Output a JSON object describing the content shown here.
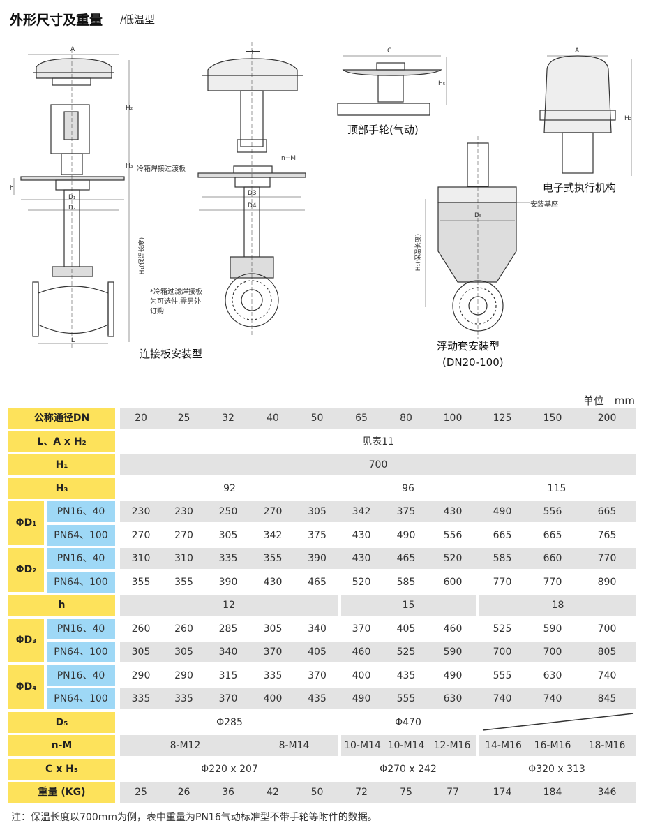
{
  "header": {
    "title": "外形尺寸及重量",
    "subtitle": "/低温型"
  },
  "diagrams": {
    "captions": {
      "plate": "连接板安装型",
      "handwheel": "顶部手轮(气动)",
      "electric": "电子式执行机构",
      "floating": "浮动套安装型",
      "floating_range": "(DN20-100)"
    },
    "callouts": {
      "cold_box_plate": "冷箱焊接过渡板",
      "optional_note": "*冷箱过滤焊接板为可选件,需另外订购",
      "mount_base": "安装基座"
    },
    "dims": {
      "A": "A",
      "H2": "H₂",
      "H3": "H₃",
      "h": "h",
      "D1": "D₁",
      "D2": "D₂",
      "H1": "H₁(保温长度)",
      "L": "L",
      "nM": "n−M",
      "D3": "D3",
      "D4": "D4",
      "C": "C",
      "H5": "H₅",
      "D5": "D₅"
    }
  },
  "table": {
    "unit": "单位　mm",
    "rows": [
      {
        "label": "公称通径DN",
        "values": [
          "20",
          "25",
          "32",
          "40",
          "50",
          "65",
          "80",
          "100",
          "125",
          "150",
          "200"
        ]
      },
      {
        "label": "L、A x H₂",
        "groups": [
          {
            "text": "见表11",
            "from": 0,
            "to": 10
          }
        ]
      },
      {
        "label": "H₁",
        "groups": [
          {
            "text": "700",
            "from": 0,
            "to": 10
          }
        ]
      },
      {
        "label": "H₃",
        "groups": [
          {
            "text": "92",
            "from": 0,
            "to": 4
          },
          {
            "text": "96",
            "from": 5,
            "to": 7
          },
          {
            "text": "115",
            "from": 8,
            "to": 10
          }
        ]
      },
      {
        "label": "ΦD₁",
        "sub": "PN16、40",
        "values": [
          "230",
          "230",
          "250",
          "270",
          "305",
          "342",
          "375",
          "430",
          "490",
          "556",
          "665"
        ]
      },
      {
        "label": "ΦD₁",
        "sub": "PN64、100",
        "values": [
          "270",
          "270",
          "305",
          "342",
          "375",
          "430",
          "490",
          "556",
          "665",
          "665",
          "765"
        ]
      },
      {
        "label": "ΦD₂",
        "sub": "PN16、40",
        "values": [
          "310",
          "310",
          "335",
          "355",
          "390",
          "430",
          "465",
          "520",
          "585",
          "660",
          "770"
        ]
      },
      {
        "label": "ΦD₂",
        "sub": "PN64、100",
        "values": [
          "355",
          "355",
          "390",
          "430",
          "465",
          "520",
          "585",
          "600",
          "770",
          "770",
          "890"
        ]
      },
      {
        "label": "h",
        "split": true,
        "groups": [
          {
            "text": "12",
            "from": 0,
            "to": 4
          },
          {
            "text": "15",
            "from": 5,
            "to": 7
          },
          {
            "text": "18",
            "from": 8,
            "to": 10
          }
        ]
      },
      {
        "label": "ΦD₃",
        "sub": "PN16、40",
        "values": [
          "260",
          "260",
          "285",
          "305",
          "340",
          "370",
          "405",
          "460",
          "525",
          "590",
          "700"
        ]
      },
      {
        "label": "ΦD₃",
        "sub": "PN64、100",
        "values": [
          "305",
          "305",
          "340",
          "370",
          "405",
          "460",
          "525",
          "590",
          "700",
          "700",
          "805"
        ]
      },
      {
        "label": "ΦD₄",
        "sub": "PN16、40",
        "values": [
          "290",
          "290",
          "315",
          "335",
          "370",
          "400",
          "435",
          "490",
          "555",
          "630",
          "740"
        ]
      },
      {
        "label": "ΦD₄",
        "sub": "PN64、100",
        "values": [
          "335",
          "335",
          "370",
          "400",
          "435",
          "490",
          "555",
          "630",
          "740",
          "740",
          "845"
        ]
      },
      {
        "label": "D₅",
        "groups": [
          {
            "text": "Φ285",
            "from": 0,
            "to": 4
          },
          {
            "text": "Φ470",
            "from": 5,
            "to": 7
          },
          {
            "text": "",
            "from": 8,
            "to": 10,
            "slash": true
          }
        ]
      },
      {
        "label": "n-M",
        "split": true,
        "groups": [
          {
            "text": "8-M12",
            "from": 0,
            "to": 2
          },
          {
            "text": "8-M14",
            "from": 3,
            "to": 4
          },
          {
            "text": "10-M14",
            "from": 5,
            "to": 5
          },
          {
            "text": "10-M14",
            "from": 6,
            "to": 6
          },
          {
            "text": "12-M16",
            "from": 7,
            "to": 7
          },
          {
            "text": "14-M16",
            "from": 8,
            "to": 8
          },
          {
            "text": "16-M16",
            "from": 9,
            "to": 9
          },
          {
            "text": "18-M16",
            "from": 10,
            "to": 10
          }
        ]
      },
      {
        "label": "C x H₅",
        "groups": [
          {
            "text": "Φ220 x 207",
            "from": 0,
            "to": 4
          },
          {
            "text": "Φ270 x 242",
            "from": 5,
            "to": 7
          },
          {
            "text": "Φ320 x 313",
            "from": 8,
            "to": 10
          }
        ]
      },
      {
        "label": "重量 (KG)",
        "values": [
          "25",
          "26",
          "36",
          "42",
          "50",
          "72",
          "75",
          "77",
          "174",
          "184",
          "346"
        ]
      }
    ]
  },
  "footnote": "注：保温长度以700mm为例，表中重量为PN16气动标准型不带手轮等附件的数据。"
}
